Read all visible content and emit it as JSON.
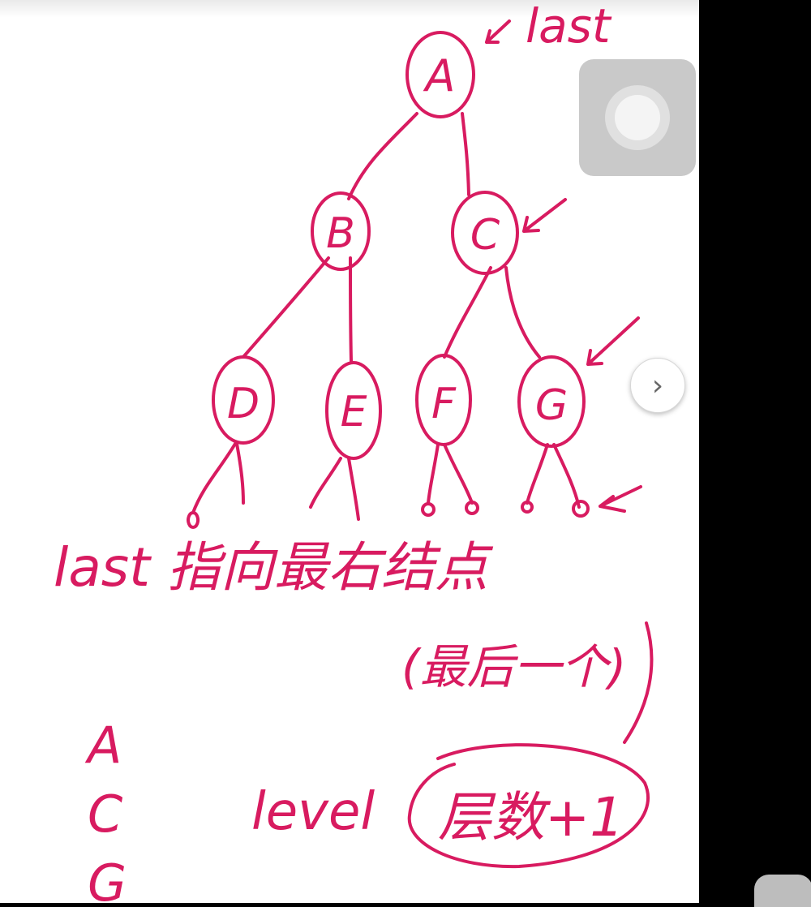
{
  "whiteboard": {
    "ink_color": "#d81b60",
    "background": "#ffffff",
    "label_last": "last",
    "tree": {
      "nodes": [
        {
          "id": "A",
          "label": "A"
        },
        {
          "id": "B",
          "label": "B"
        },
        {
          "id": "C",
          "label": "C"
        },
        {
          "id": "D",
          "label": "D"
        },
        {
          "id": "E",
          "label": "E"
        },
        {
          "id": "F",
          "label": "F"
        },
        {
          "id": "G",
          "label": "G"
        }
      ],
      "edges": [
        [
          "A",
          "B"
        ],
        [
          "A",
          "C"
        ],
        [
          "B",
          "D"
        ],
        [
          "B",
          "E"
        ],
        [
          "C",
          "F"
        ],
        [
          "C",
          "G"
        ]
      ]
    },
    "note_line1": "last 指向最右结点",
    "note_line2": "(最后一个)",
    "left_column": [
      "A",
      "C",
      "G"
    ],
    "level_word": "level",
    "level_note": "层数+1"
  },
  "overlay": {
    "assist_icon": "assistive-touch-icon",
    "next_label": "›",
    "corner_icon": "app-logo-icon"
  }
}
